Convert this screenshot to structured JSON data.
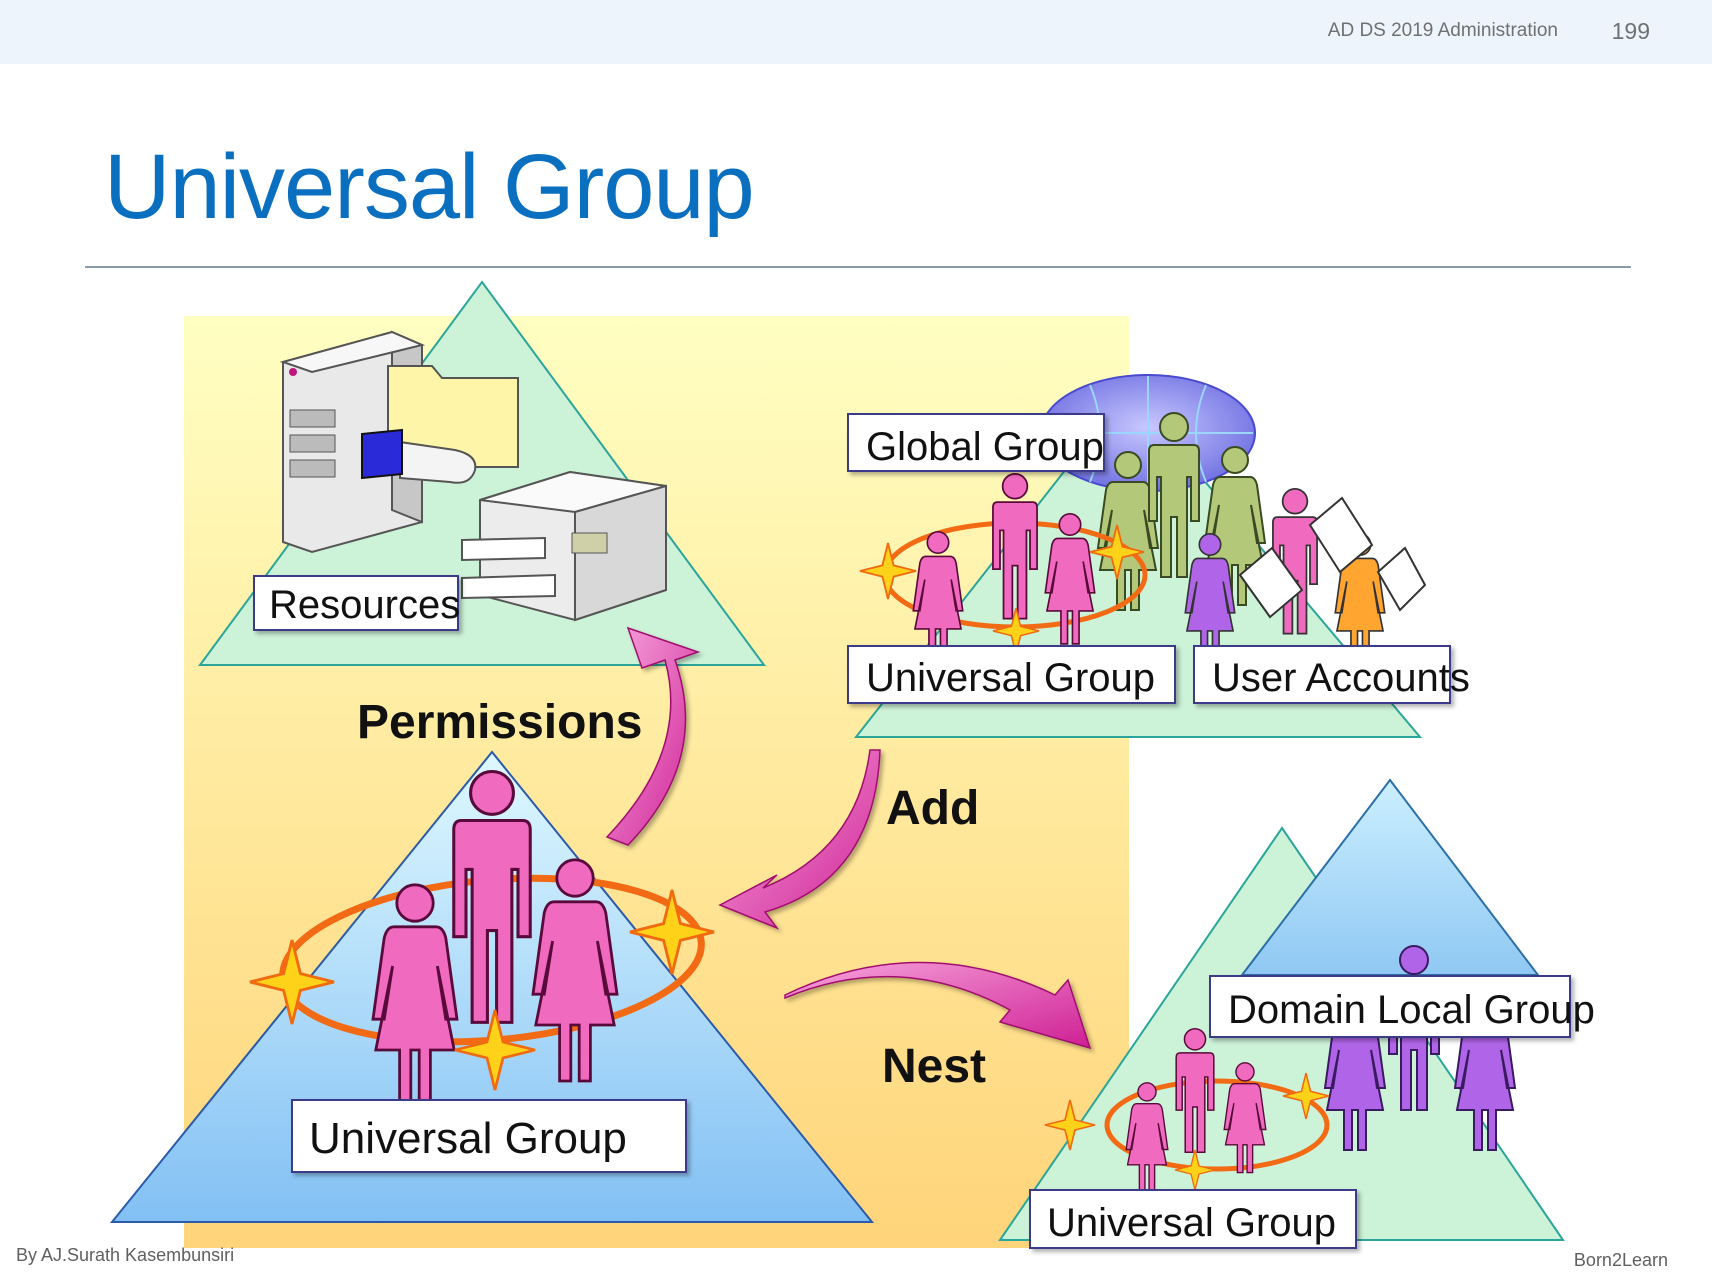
{
  "header": {
    "course": "AD DS 2019 Administration",
    "page_number": "199"
  },
  "title": "Universal Group",
  "diagram": {
    "labels": {
      "resources": "Resources",
      "global_group": "Global Group",
      "universal_group_top": "Universal Group",
      "user_accounts": "User Accounts",
      "universal_group_main": "Universal Group",
      "domain_local_group": "Domain Local Group",
      "universal_group_nested": "Universal Group"
    },
    "arrows": {
      "permissions": "Permissions",
      "add": "Add",
      "nest": "Nest"
    }
  },
  "footer": {
    "author": "By AJ.Surath Kasembunsiri",
    "brand": "Born2Learn"
  },
  "colors": {
    "title": "#0b6fc0",
    "arrow": "#e13aa8",
    "person_pink": "#f06bc0",
    "ring": "#f26a14"
  }
}
